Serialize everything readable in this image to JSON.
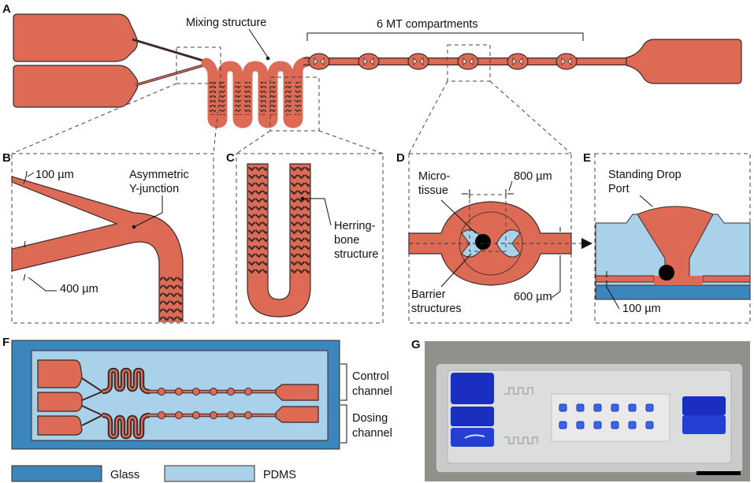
{
  "panels": {
    "A": {
      "letter": "A",
      "mixing_label": "Mixing structure",
      "mt_label": "6 MT compartments"
    },
    "B": {
      "letter": "B",
      "width_small": "100 µm",
      "width_large": "400 µm",
      "junction_label_1": "Asymmetric",
      "junction_label_2": "Y-junction"
    },
    "C": {
      "letter": "C",
      "herring_1": "Herring-",
      "herring_2": "bone",
      "herring_3": "structure"
    },
    "D": {
      "letter": "D",
      "micro_1": "Micro-",
      "micro_2": "tissue",
      "width_800": "800 µm",
      "barrier_1": "Barrier",
      "barrier_2": "structures",
      "width_600": "600 µm"
    },
    "E": {
      "letter": "E",
      "standing_1": "Standing Drop",
      "standing_2": "Port",
      "height_100": "100 µm"
    },
    "F": {
      "letter": "F",
      "control_1": "Control",
      "control_2": "channel",
      "dosing_1": "Dosing",
      "dosing_2": "channel"
    },
    "G": {
      "letter": "G"
    }
  },
  "legend": {
    "glass": "Glass",
    "pdms": "PDMS"
  },
  "colors": {
    "channel": "#dd6a55",
    "glass": "#3a86bd",
    "pdms": "#a9d2ea",
    "dye": "#1a2fc0"
  }
}
